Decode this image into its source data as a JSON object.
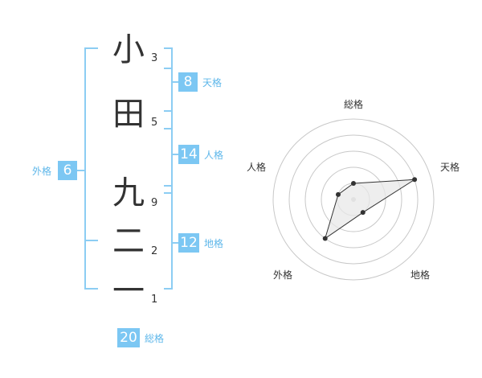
{
  "name": {
    "chars": [
      {
        "char": "小",
        "strokes": "3"
      },
      {
        "char": "田",
        "strokes": "5"
      },
      {
        "char": "九",
        "strokes": "9"
      },
      {
        "char": "二",
        "strokes": "2"
      },
      {
        "char": "一",
        "strokes": "1"
      }
    ]
  },
  "fortune": {
    "tenkaku": {
      "label": "天格",
      "value": "8"
    },
    "jinkaku": {
      "label": "人格",
      "value": "14"
    },
    "chikaku": {
      "label": "地格",
      "value": "12"
    },
    "gaikaku": {
      "label": "外格",
      "value": "6"
    },
    "soukaku": {
      "label": "総格",
      "value": "20"
    }
  },
  "chart_data": {
    "type": "radar",
    "axes": [
      "総格",
      "天格",
      "地格",
      "外格",
      "人格"
    ],
    "values": [
      1,
      4,
      1,
      3,
      1
    ],
    "max": 5,
    "rings": 5
  },
  "colors": {
    "accent": "#7cc7f3",
    "accent_text": "#5eb7ea",
    "bracket": "#8ccdf3",
    "grid": "#c8c8c8",
    "series_fill": "#e8e8e8",
    "series_line": "#333333"
  }
}
